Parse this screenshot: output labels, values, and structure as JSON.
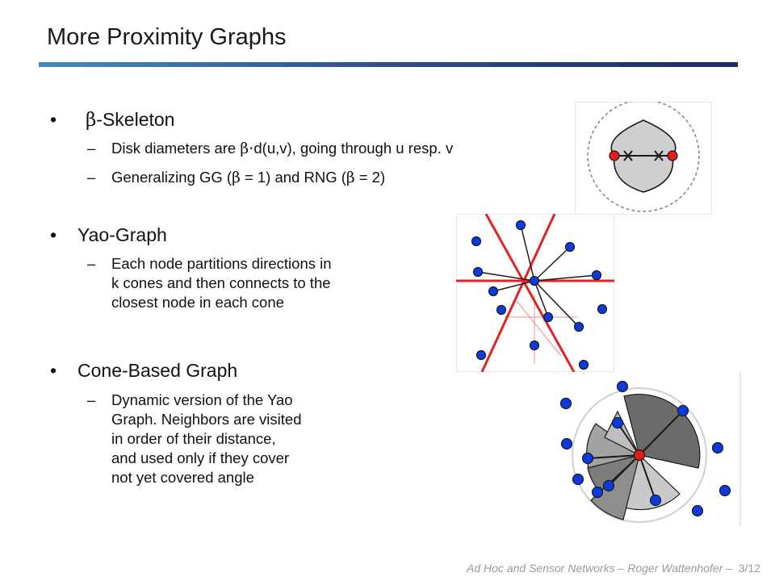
{
  "title": "More Proximity Graphs",
  "bullets": [
    {
      "symbol": "β",
      "heading": "-Skeleton",
      "subs": [
        {
          "p1": "Disk diameters are ",
          "sym": "β⋅",
          "p2": "d(u,v), going through u resp. v"
        },
        {
          "p1": "Generalizing GG (",
          "sym1": "β",
          "p2": " = 1) and RNG (",
          "sym2": "β",
          "p3": " = 2)"
        }
      ]
    },
    {
      "heading": "Yao-Graph",
      "subs": [
        {
          "lines": [
            "Each node partitions directions in",
            "k cones and then connects to the",
            "closest node in each cone"
          ]
        }
      ]
    },
    {
      "heading": "Cone-Based Graph",
      "subs": [
        {
          "lines": [
            "Dynamic version of the Yao",
            "Graph. Neighbors are visited",
            "in order of their distance,",
            "and used only if they cover",
            "not yet covered angle"
          ]
        }
      ]
    }
  ],
  "bullet_glyph": "•",
  "dash_glyph": "–",
  "footer": {
    "text": "Ad Hoc and Sensor Networks   –   Roger Wattenhofer   –",
    "page": "3/12"
  },
  "colors": {
    "accent_bar_start": "#4a86c4",
    "accent_bar_end": "#1c2d5a",
    "node_blue": "#0b3bdf",
    "node_red": "#e41b1b",
    "cone_line_red": "#e32222"
  }
}
